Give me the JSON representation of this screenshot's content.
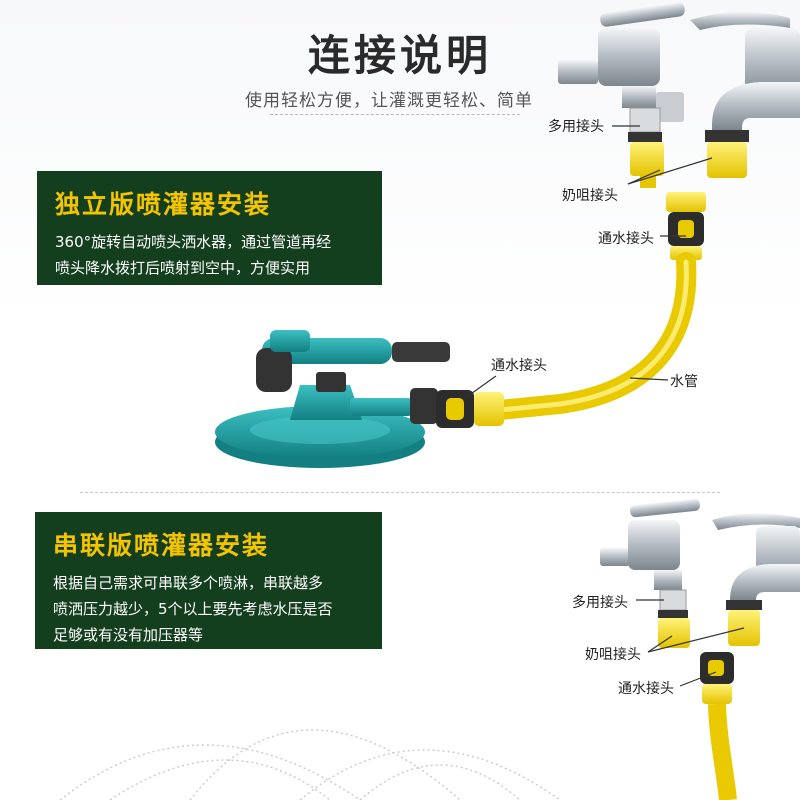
{
  "header": {
    "title": "连接说明",
    "subtitle": "使用轻松方便，让灌溉更轻松、简单"
  },
  "panel1": {
    "heading": "独立版喷灌器安装",
    "body_line1": "360°旋转自动喷头洒水器，通过管道再经",
    "body_line2": "喷头降水拨打后喷射到空中，方便实用"
  },
  "panel2": {
    "heading": "串联版喷灌器安装",
    "body_line1": "根据自己需求可串联多个喷淋，串联越多",
    "body_line2": "喷洒压力越少，5个以上要先考虑水压是否",
    "body_line3": "足够或有没有加压器等"
  },
  "labels": {
    "multi_connector": "多用接头",
    "nipple_connector": "奶咀接头",
    "water_connector": "通水接头",
    "water_connector_2": "通水接头",
    "hose": "水管",
    "multi_connector_b": "多用接头",
    "nipple_connector_b": "奶咀接头",
    "water_connector_b": "通水接头"
  },
  "colors": {
    "panel_bg": "#143f1f",
    "panel_heading": "#f5c400",
    "sprinkler_teal": "#1fa3a6",
    "connector_yellow": "#f2d600",
    "hose_yellow": "#f3d21a"
  }
}
